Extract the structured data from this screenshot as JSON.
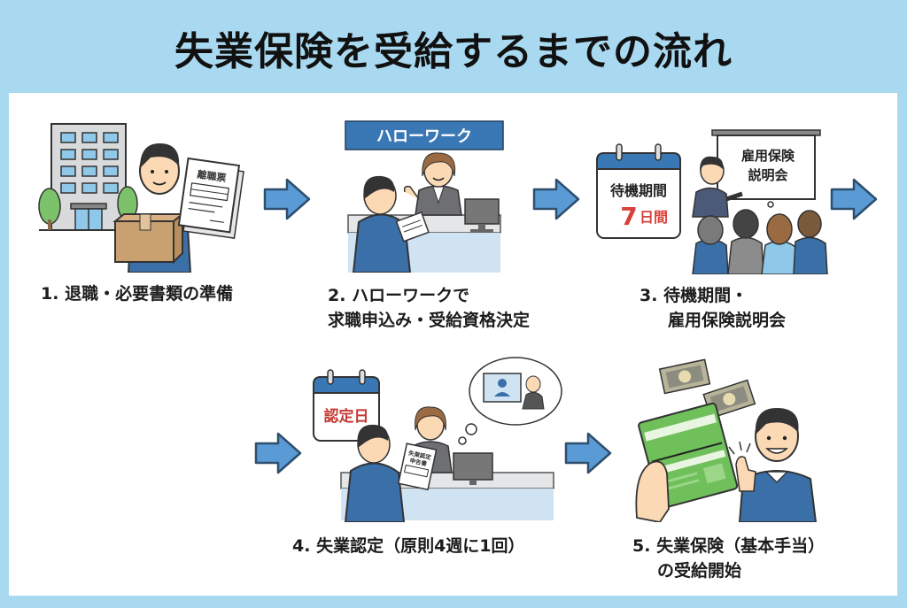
{
  "title": "失業保険を受給するまでの流れ",
  "colors": {
    "background": "#a9d9f0",
    "panel": "#ffffff",
    "arrow_fill": "#5b9bd5",
    "arrow_stroke": "#2e4e6e",
    "accent_blue": "#3a6fa8",
    "accent_red": "#d9403a",
    "money_green": "#6fbf5a"
  },
  "steps": [
    {
      "number": "1.",
      "label_lines": [
        "退職・必要書類の準備"
      ],
      "illustration": "man-leaving-office-with-box-and-document",
      "document_label": "離職票"
    },
    {
      "number": "2.",
      "label_lines": [
        "ハローワークで",
        "求職申込み・受給資格決定"
      ],
      "illustration": "man-at-hello-work-counter",
      "sign_label": "ハローワーク"
    },
    {
      "number": "3.",
      "label_lines": [
        "待機期間・",
        "雇用保険説明会"
      ],
      "illustration": "calendar-and-seminar",
      "calendar_title": "待機期間",
      "calendar_value": "7",
      "calendar_unit": "日間",
      "board_lines": [
        "雇用保険",
        "説明会"
      ]
    },
    {
      "number": "4.",
      "label_lines": [
        "失業認定（原則4週に1回）"
      ],
      "illustration": "certification-at-counter",
      "calendar_label": "認定日",
      "form_lines": [
        "失業認定",
        "申告書"
      ]
    },
    {
      "number": "5.",
      "label_lines": [
        "失業保険（基本手当）",
        "の受給開始"
      ],
      "illustration": "bankbook-money-thumbs-up"
    }
  ],
  "arrows": [
    {
      "from": 1,
      "to": 2
    },
    {
      "from": 2,
      "to": 3
    },
    {
      "from": 3,
      "to": 4
    },
    {
      "from": 3,
      "to": 4,
      "note": "lead-in arrow row 2"
    },
    {
      "from": 4,
      "to": 5
    }
  ]
}
